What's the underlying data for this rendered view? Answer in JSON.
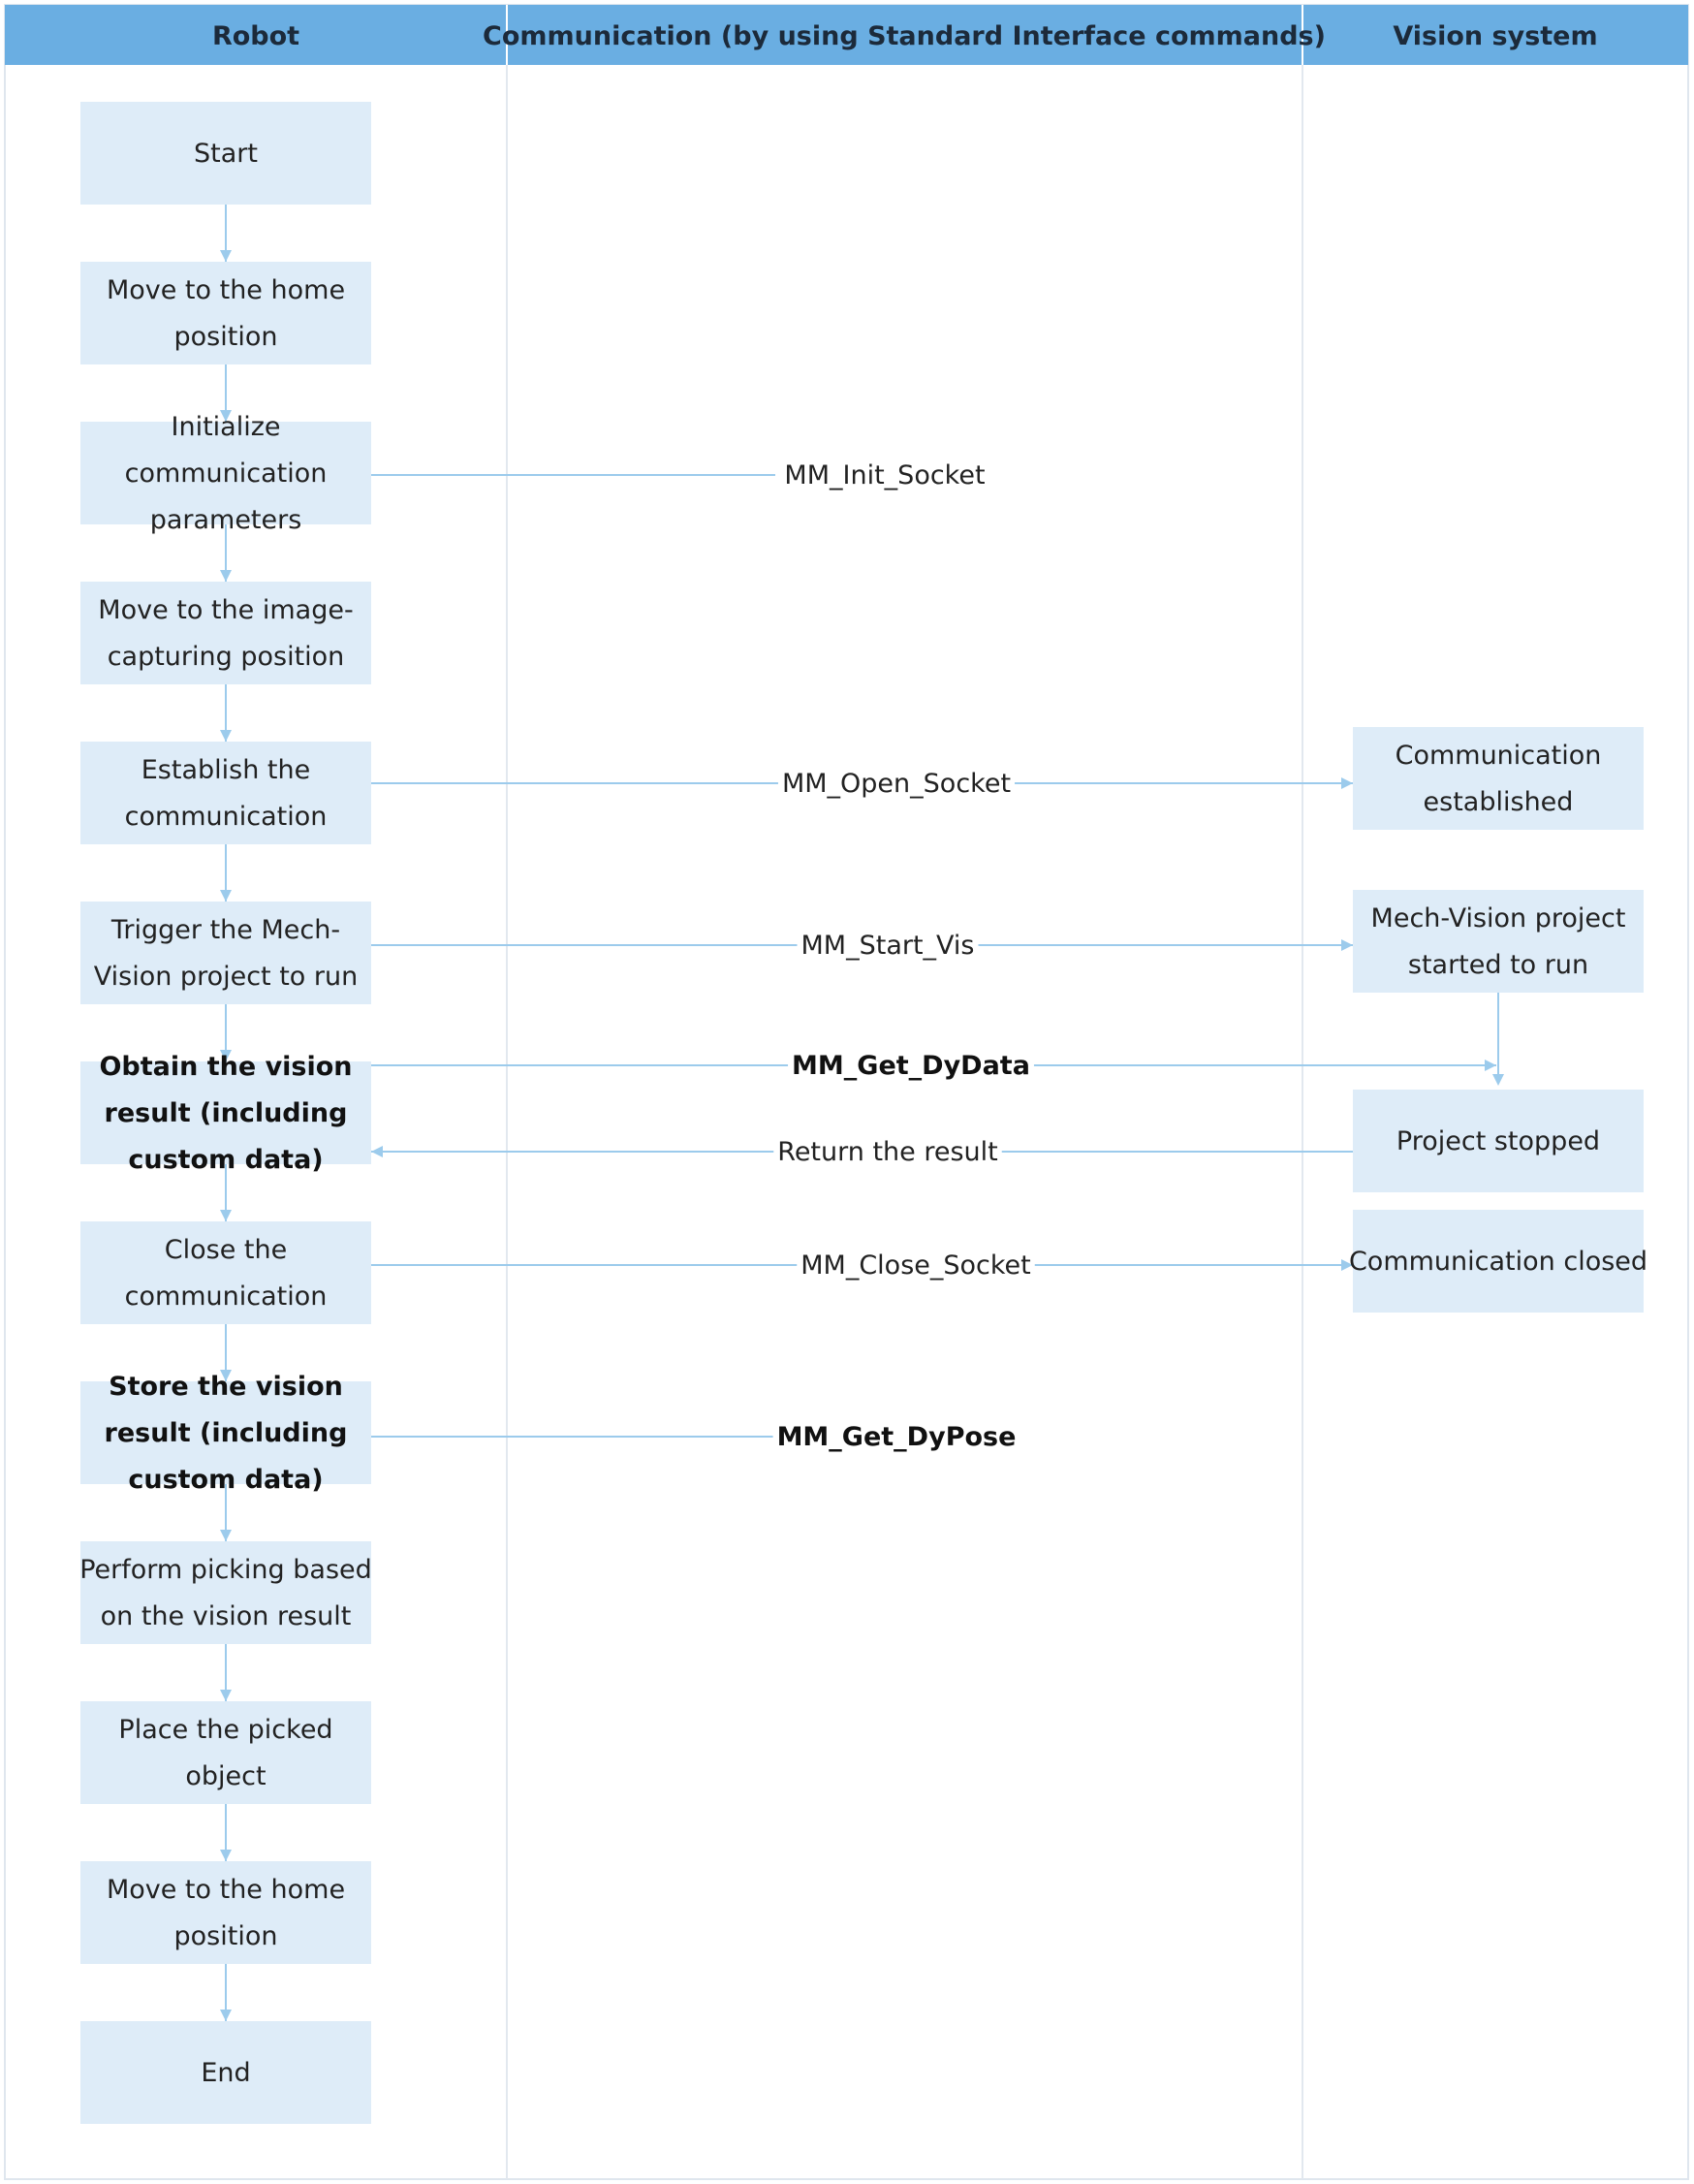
{
  "lanes": {
    "robot": "Robot",
    "communication": "Communication (by using Standard Interface commands)",
    "vision": "Vision system"
  },
  "robot_steps": [
    {
      "id": "start",
      "lines": [
        "Start"
      ],
      "bold": false
    },
    {
      "id": "home1",
      "lines": [
        "Move to the home",
        "position"
      ],
      "bold": false
    },
    {
      "id": "init",
      "lines": [
        "Initialize",
        "communication",
        "parameters"
      ],
      "bold": false
    },
    {
      "id": "capture",
      "lines": [
        "Move to the image-",
        "capturing position"
      ],
      "bold": false
    },
    {
      "id": "establish",
      "lines": [
        "Establish the",
        "communication"
      ],
      "bold": false
    },
    {
      "id": "trigger",
      "lines": [
        "Trigger the Mech-",
        "Vision project to run"
      ],
      "bold": false
    },
    {
      "id": "obtain",
      "lines": [
        "Obtain the vision",
        "result (including",
        "custom data)"
      ],
      "bold": true
    },
    {
      "id": "close",
      "lines": [
        "Close the",
        "communication"
      ],
      "bold": false
    },
    {
      "id": "store",
      "lines": [
        "Store the vision",
        "result (including",
        "custom data)"
      ],
      "bold": true
    },
    {
      "id": "pick",
      "lines": [
        "Perform picking based",
        "on the vision result"
      ],
      "bold": false
    },
    {
      "id": "place",
      "lines": [
        "Place the picked",
        "object"
      ],
      "bold": false
    },
    {
      "id": "home2",
      "lines": [
        "Move to the home",
        "position"
      ],
      "bold": false
    },
    {
      "id": "end",
      "lines": [
        "End"
      ],
      "bold": false
    }
  ],
  "vision_states": [
    {
      "id": "established",
      "lines": [
        "Communication",
        "established"
      ]
    },
    {
      "id": "started",
      "lines": [
        "Mech-Vision project",
        "started to run"
      ]
    },
    {
      "id": "stopped",
      "lines": [
        "Project stopped"
      ]
    },
    {
      "id": "closed",
      "lines": [
        "Communication closed"
      ]
    }
  ],
  "commands": [
    {
      "id": "init_socket",
      "label": "MM_Init_Socket",
      "bold": false
    },
    {
      "id": "open_socket",
      "label": "MM_Open_Socket",
      "bold": false
    },
    {
      "id": "start_vis",
      "label": "MM_Start_Vis",
      "bold": false
    },
    {
      "id": "get_dydata",
      "label": "MM_Get_DyData",
      "bold": true
    },
    {
      "id": "return_result",
      "label": "Return the result",
      "bold": false
    },
    {
      "id": "close_socket",
      "label": "MM_Close_Socket",
      "bold": false
    },
    {
      "id": "get_dypose",
      "label": "MM_Get_DyPose",
      "bold": true
    }
  ],
  "colors": {
    "header": "#6aaee2",
    "box": "#deecf8",
    "edge": "#9ccbec"
  }
}
